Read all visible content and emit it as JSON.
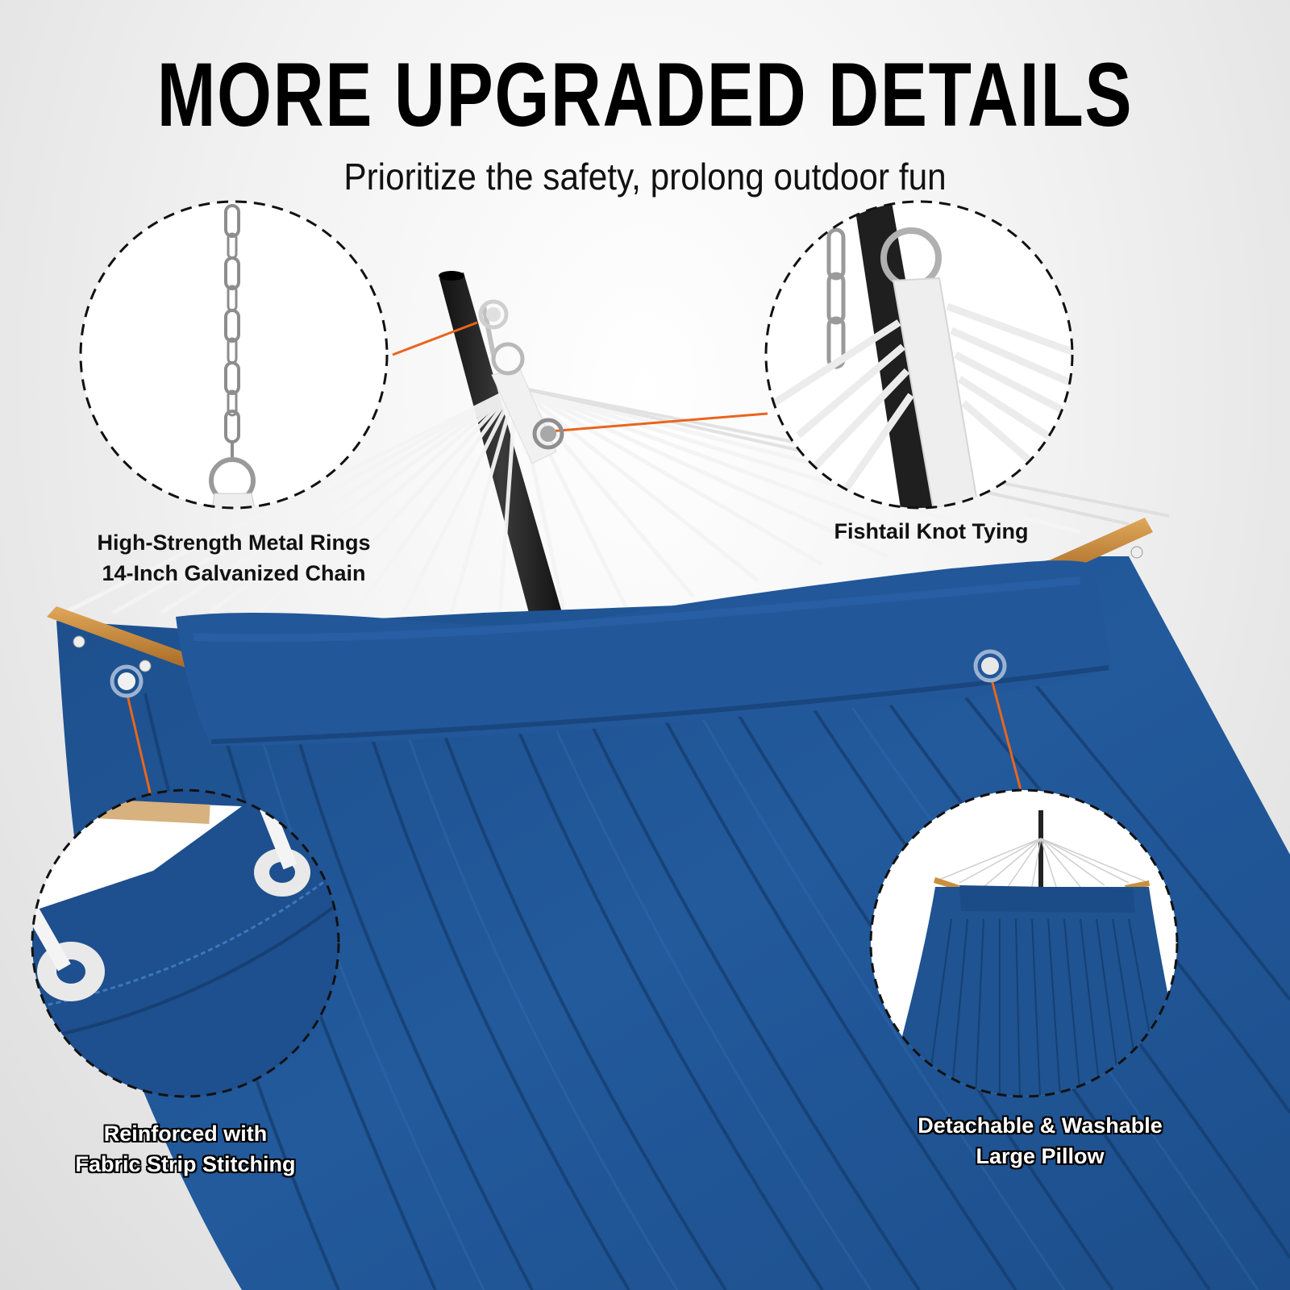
{
  "header": {
    "title": "MORE UPGRADED DETAILS",
    "subtitle": "Prioritize the safety, prolong outdoor fun"
  },
  "callouts": [
    {
      "id": "metal-rings-chain",
      "lines": [
        "High-Strength Metal Rings",
        "14-Inch Galvanized Chain"
      ],
      "style": "dark"
    },
    {
      "id": "fishtail-knot",
      "lines": [
        "Fishtail Knot Tying"
      ],
      "style": "dark"
    },
    {
      "id": "fabric-strip-stitching",
      "lines": [
        "Reinforced with",
        "Fabric Strip Stitching"
      ],
      "style": "outlined"
    },
    {
      "id": "detachable-pillow",
      "lines": [
        "Detachable & Washable",
        "Large Pillow"
      ],
      "style": "outlined"
    }
  ],
  "colors": {
    "fabric_blue": "#1f5391",
    "fabric_dark": "#173f72",
    "accent_orange": "#e8651e",
    "wood": "#c98f3c",
    "stand_black": "#1a1a1a",
    "rope_white": "#f2f2f2",
    "marker_gray": "#9a9a9a"
  }
}
